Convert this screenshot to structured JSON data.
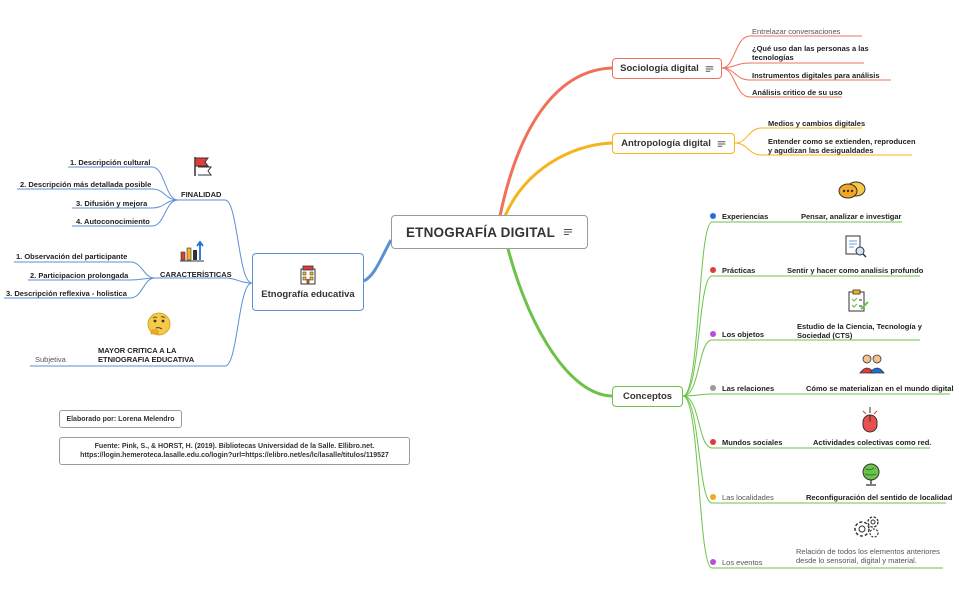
{
  "root": {
    "label": "ETNOGRAFÍA DIGITAL"
  },
  "sociologia": {
    "label": "Sociología digital",
    "items": [
      "Entrelazar conversaciones",
      "¿Qué uso dan las personas a las tecnologías",
      "Instrumentos digitales para análisis",
      "Análisis critico de su uso"
    ]
  },
  "antropologia": {
    "label": "Antropología digital",
    "items": [
      "Medios y cambios digitales",
      "Entender como se extienden, reproducen y agudizan las desigualdades"
    ]
  },
  "conceptos": {
    "label": "Conceptos",
    "items": [
      {
        "name": "Experiencias",
        "desc": "Pensar, analizar e investigar",
        "dot": "#1e6fd9",
        "icon": "speech-bubbles-icon"
      },
      {
        "name": "Prácticas",
        "desc": "Sentir y hacer como analisis profundo",
        "dot": "#e03c3c",
        "icon": "document-search-icon"
      },
      {
        "name": "Los objetos",
        "desc": "Estudio de la Ciencia, Tecnología y Sociedad (CTS)",
        "dot": "#b84fd6",
        "icon": "checklist-icon"
      },
      {
        "name": "Las relaciones",
        "desc": "Cómo se materializan en el mundo digital",
        "dot": "#9a9a9a",
        "icon": "people-icon"
      },
      {
        "name": "Mundos sociales",
        "desc": "Actividades colectivas como red.",
        "dot": "#e03c3c",
        "icon": "mouse-icon"
      },
      {
        "name": "Las localidades",
        "desc": "Reconfiguración del sentido de localidad",
        "dot": "#f2a81d",
        "icon": "globe-icon"
      },
      {
        "name": "Los eventos",
        "desc": "Relación de todos los elementos anteriores desde lo sensorial, digital y material.",
        "dot": "#b84fd6",
        "icon": "gears-icon"
      }
    ]
  },
  "educativa": {
    "label": "Etnografía educativa",
    "finalidad": {
      "label": "FINALIDAD",
      "items": [
        "1. Descripción cultural",
        "2. Descripción más detallada posible",
        "3. Difusión y mejora",
        "4. Autoconocimiento"
      ]
    },
    "caracteristicas": {
      "label": "CARACTERÍSTICAS",
      "items": [
        "1. Observación del participante",
        "2. Participacion prolongada",
        "3. Descripción reflexiva - holistica"
      ]
    },
    "critica": {
      "label": "MAYOR CRITICA A LA ETNIOGRAFIA EDUCATIVA",
      "sub": "Subjetiva"
    }
  },
  "footer": {
    "author": "Elaborado por: Lorena Melendro",
    "source": "Fuente:  Pink, S., & HORST, H. (2019). Bibliotecas Universidad de la Salle. Ellibro.net. https://login.hemeroteca.lasalle.edu.co/login?url=https://elibro.net/es/lc/lasalle/titulos/119527"
  },
  "colors": {
    "sociologia": "#f0705a",
    "antropologia": "#f5b31c",
    "conceptos": "#6cc24a",
    "educativa": "#5b8fd6",
    "root_border": "#9a9a9a"
  }
}
